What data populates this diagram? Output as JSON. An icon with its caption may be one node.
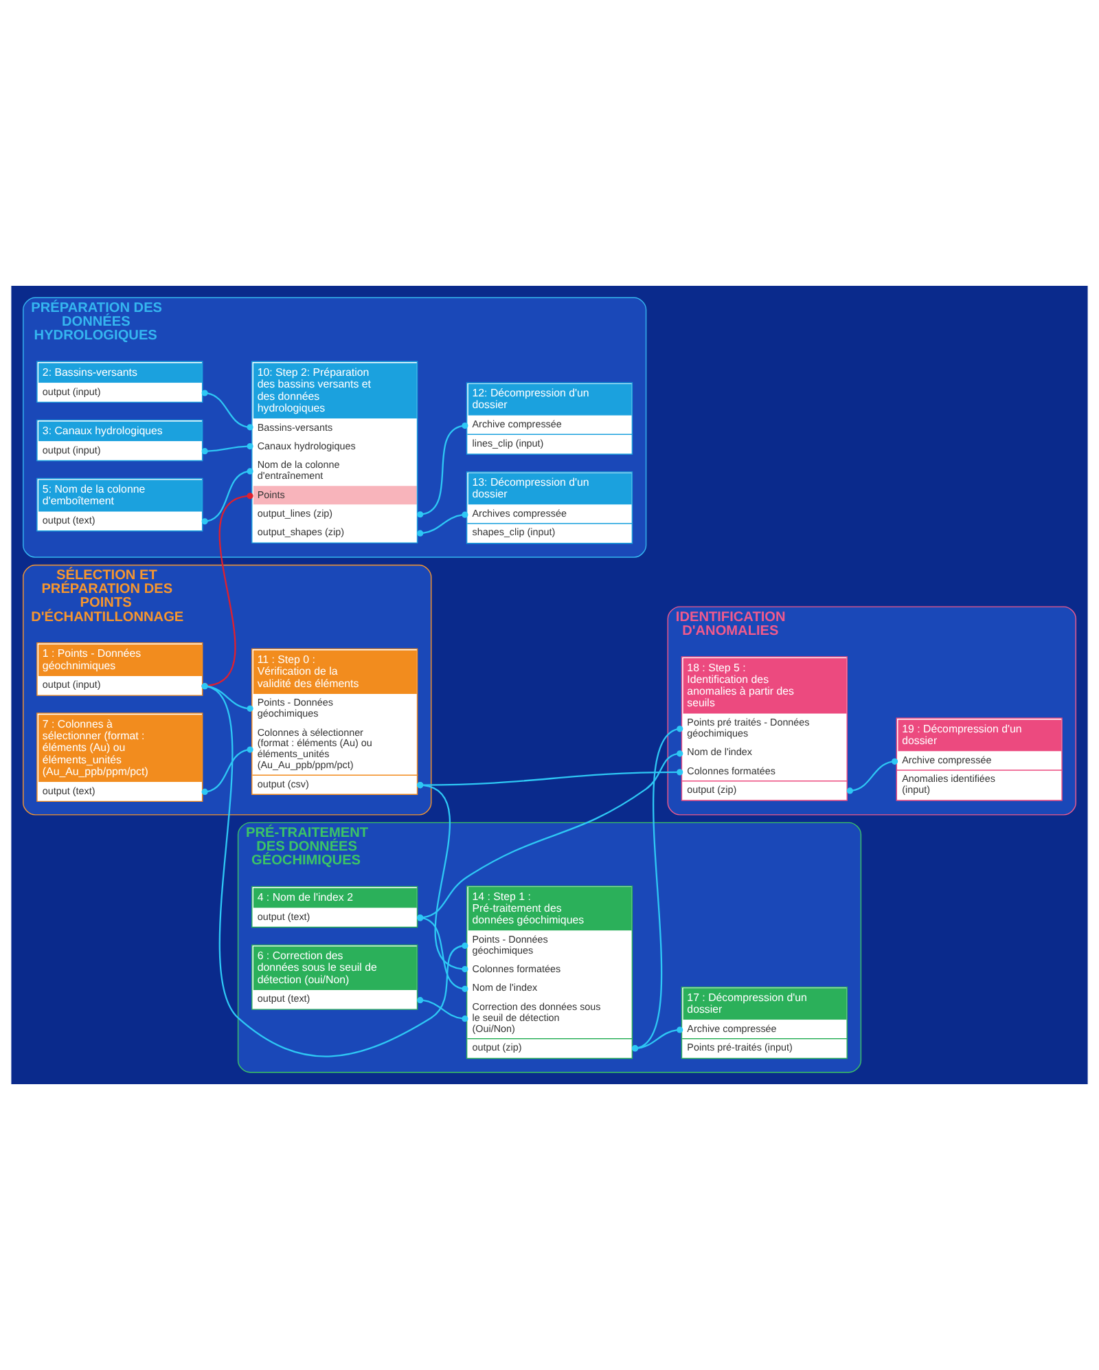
{
  "diagram": {
    "nodes": [
      {
        "text": [
          "PRÉPARATION DES DONNÉES HYDROLOGIQUES"
        ]
      },
      {
        "text": [
          "2: Bassins-versants",
          "output (input)"
        ],
        "in": 0
      },
      {
        "text": [
          "3: Canaux hydrologiques",
          "output (input)"
        ],
        "in": 0
      },
      {
        "text": [
          "5: Nom de la colonne d'emboîtement",
          "output (text)"
        ],
        "in": 0
      },
      {
        "text": [
          "10: Step 2: Préparation des bassins versants et des données hydrologiques",
          "Bassins-versants",
          "Canaux hydrologiques",
          "Nom de la colonne d'entraînement",
          "Points",
          "output_lines (zip)",
          "output_shapes (zip)"
        ],
        "in": 0
      },
      {
        "text": [
          "12: Décompression d'un dossier",
          "Archive compressée",
          "lines_clip (input)"
        ],
        "in": 0
      },
      {
        "text": [
          "13: Décompression d'un dossier",
          "Archives compressée",
          "shapes_clip (input)"
        ],
        "in": 0
      },
      {
        "text": [
          "SÉLECTION ET PRÉPARATION DES POINTS D'ÉCHANTILLONNAGE"
        ]
      },
      {
        "text": [
          "1 : Points - Données géochnimiques",
          "output (input)"
        ],
        "in": 7
      },
      {
        "text": [
          "7 : Colonnes à sélectionner (format : éléments (Au) ou éléments_unités (Au_Au_ppb/ppm/pct)",
          "output (text)"
        ],
        "in": 7
      },
      {
        "text": [
          "11 : Step 0 : Vérification de la validité des éléments",
          "Points - Données géochimiques",
          "Colonnes à sélectionner (format : éléments (Au) ou éléments_unités (Au_Au_ppb/ppm/pct)",
          "output (csv)"
        ],
        "in": 7
      },
      {
        "text": [
          "PRÉ-TRAITEMENT DES DONNÉES GÉOCHIMIQUES"
        ]
      },
      {
        "text": [
          "14 : Step 1 : Pré-traitement des données géochimiques",
          "Points - Données géochimiques",
          "Colonnes formatées",
          "Nom de l'index",
          "Correction des données sous le seuil de détection (Oui/Non)",
          "output (zip)"
        ],
        "in": 11
      },
      {
        "text": [
          "17 : Décompression d'un dossier",
          "Archive compressée",
          "Points pré-traités (input)"
        ],
        "in": 11
      },
      {
        "text": [
          "4 : Nom de l'index 2",
          "output (text)"
        ],
        "in": 11
      },
      {
        "text": [
          "6 : Correction des données sous le seuil de détection (oui/Non)",
          "output (text)"
        ],
        "in": 11
      },
      {
        "text": [
          "IDENTIFICATION D'ANOMALIES"
        ]
      },
      {
        "text": [
          "18 : Step 5 : Identification des anomalies à partir des seuils",
          "Points pré traités - Données géochimiques",
          "Nom de l'index",
          "Colonnes formatées",
          "output (zip)"
        ],
        "in": 16
      },
      {
        "text": [
          "19 : Décompression d'un dossier",
          "Archive compressée",
          "Anomalies identifiées (input)"
        ],
        "in": 16
      }
    ],
    "edges": [
      {
        "from": 1,
        "to": 4,
        "arrow": "other"
      },
      {
        "from": 2,
        "to": 4,
        "arrow": "other"
      },
      {
        "from": 3,
        "to": 4,
        "arrow": "other"
      },
      {
        "from": 8,
        "to": 4,
        "arrow": "other",
        "color": "#e0202e"
      },
      {
        "from": 4,
        "to": 5,
        "arrow": "other"
      },
      {
        "from": 4,
        "to": 6,
        "arrow": "other"
      },
      {
        "from": 8,
        "to": 10,
        "arrow": "other"
      },
      {
        "from": 9,
        "to": 10,
        "arrow": "other"
      },
      {
        "from": 8,
        "to": 12,
        "arrow": "other"
      },
      {
        "from": 10,
        "to": 12,
        "arrow": "other"
      },
      {
        "from": 14,
        "to": 12,
        "arrow": "other"
      },
      {
        "from": 15,
        "to": 12,
        "arrow": "other"
      },
      {
        "from": 12,
        "to": 13,
        "arrow": "other"
      },
      {
        "from": 12,
        "to": 17,
        "arrow": "other"
      },
      {
        "from": 14,
        "to": 17,
        "arrow": "other"
      },
      {
        "from": 10,
        "to": 17,
        "arrow": "other"
      },
      {
        "from": 17,
        "to": 18,
        "arrow": "other"
      }
    ]
  }
}
